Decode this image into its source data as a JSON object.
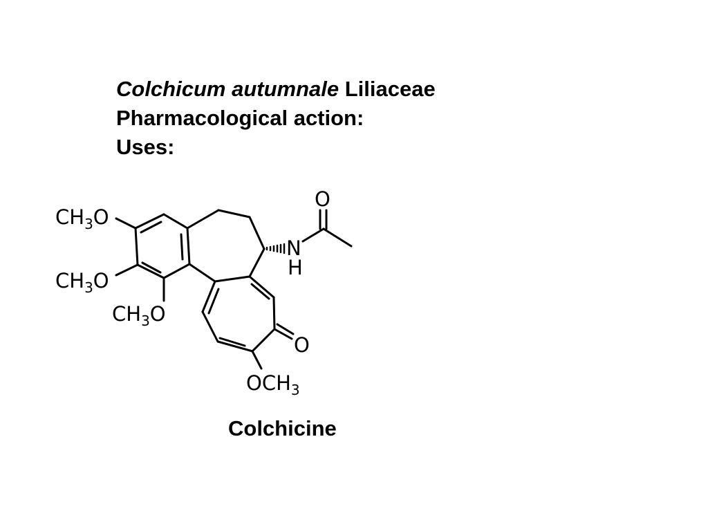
{
  "heading": {
    "species": "Colchicum autumnale",
    "family": " Liliaceae",
    "line2": "Pharmacological action:",
    "line3": "Uses:"
  },
  "structure": {
    "methoxy_1": {
      "main": "CH",
      "sub": "3",
      "tail": "O"
    },
    "methoxy_2": {
      "main": "CH",
      "sub": "3",
      "tail": "O"
    },
    "methoxy_3": {
      "main": "CH",
      "sub": "3",
      "tail": "O"
    },
    "methoxy_4": {
      "lead": "OCH",
      "sub": "3"
    },
    "amide_n": "N",
    "amide_h": "H",
    "amide_o": "O",
    "ketone_o": "O"
  },
  "compound_name": "Colchicine"
}
